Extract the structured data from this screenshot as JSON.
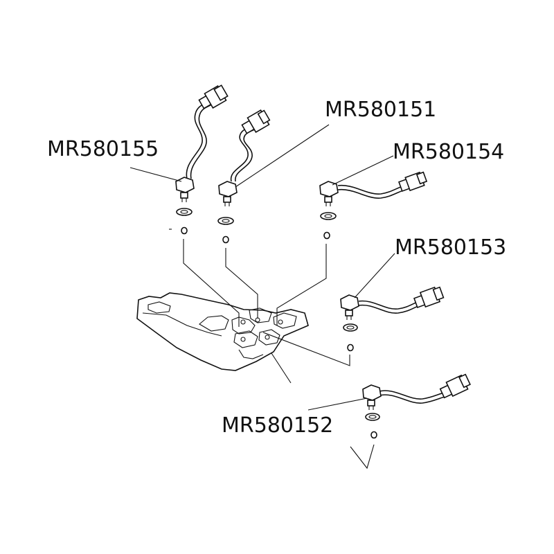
{
  "diagram": {
    "labels": {
      "p155": "MR580155",
      "p151": "MR580151",
      "p154": "MR580154",
      "p153": "MR580153",
      "p152": "MR580152"
    }
  }
}
